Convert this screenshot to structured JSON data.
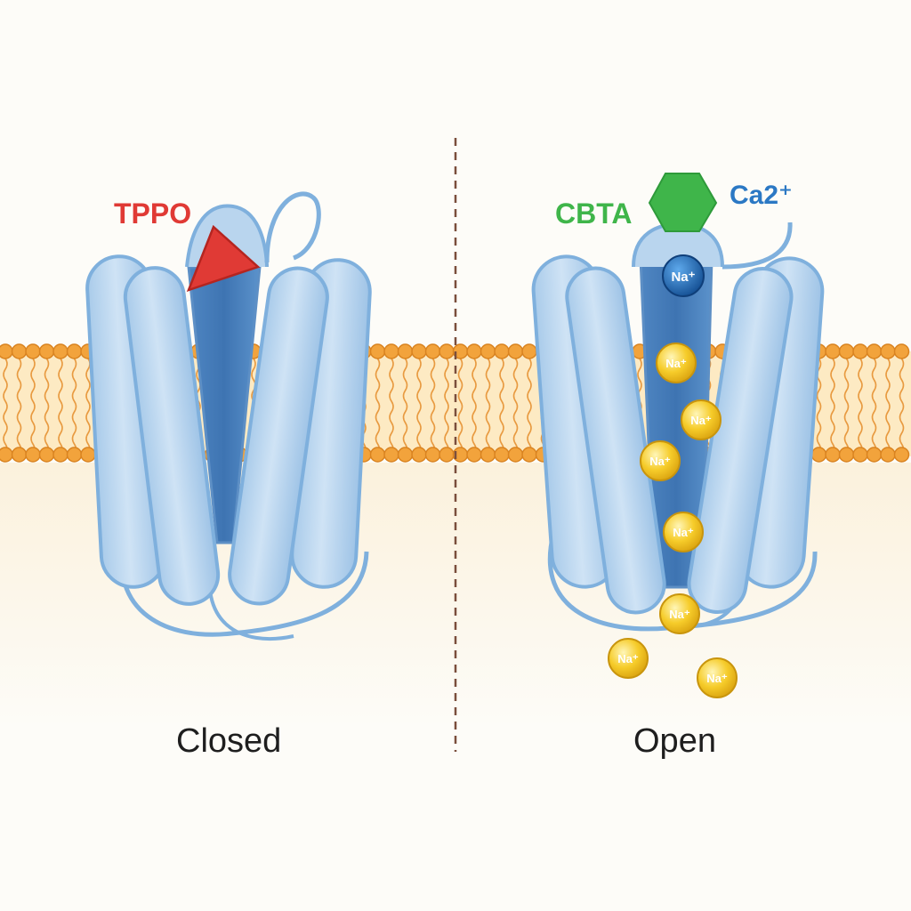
{
  "labels": {
    "inhibitor": "TPPO",
    "activator": "CBTA",
    "cofactor": "Ca2⁺",
    "closed_state": "Closed",
    "open_state": "Open",
    "top_ion": "Na⁺",
    "flow_ion": "Na⁺"
  },
  "colors": {
    "inhibitor": "#e03a35",
    "activator": "#3fb54a",
    "cofactor": "#2b78c4",
    "helix_fill": "#b9d5ee",
    "helix_stroke": "#7fb0dd",
    "membrane_head": "#f2a33c",
    "membrane_tail": "#e89a40",
    "ion_fill": "#f4c622",
    "top_ion_fill": "#1f6fbd"
  },
  "flow_ion_count": 8
}
